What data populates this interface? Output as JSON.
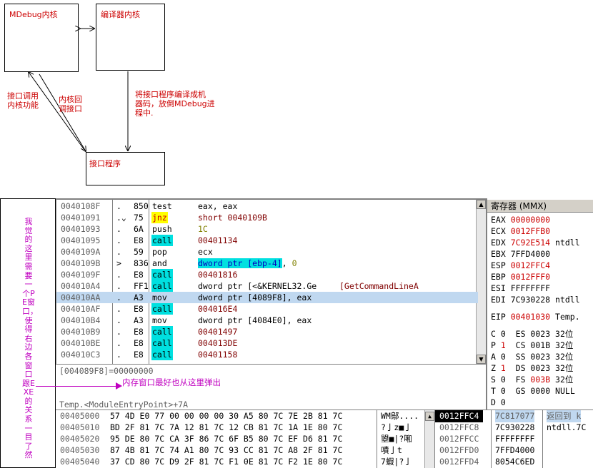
{
  "diagram": {
    "boxes": {
      "mdebug_core": "MDebug内核",
      "compiler_core": "编译器内核",
      "interface_program": "接口程序"
    },
    "labels": {
      "call_core": "接口调用\n内核功能",
      "core_callback": "内核回\n调接口",
      "compile_load": "将接口程序编译成机\n器码，放倒MDebug进\n程中."
    }
  },
  "side_note": "我觉的这里需要一个PE窗口，使得右边各窗口跟EXE的关系一目了然",
  "disasm": {
    "rows": [
      {
        "addr": "0040108F",
        "mark": ".",
        "hex": "850",
        "mn": "test",
        "op": "eax, eax",
        "com": "",
        "mnStyle": "plain"
      },
      {
        "addr": "00401091",
        "mark": ".⌄",
        "hex": "75",
        "mn": "jnz",
        "op": "short 0040109B",
        "com": "",
        "mnStyle": "jump"
      },
      {
        "addr": "00401093",
        "mark": ".",
        "hex": "6A",
        "mn": "push",
        "op": "1C",
        "com": "",
        "mnStyle": "plain"
      },
      {
        "addr": "00401095",
        "mark": ".",
        "hex": "E8",
        "mn": "call",
        "op": "00401134",
        "com": "",
        "mnStyle": "call"
      },
      {
        "addr": "0040109A",
        "mark": ".",
        "hex": "59",
        "mn": "pop",
        "op": "ecx",
        "com": "",
        "mnStyle": "plain"
      },
      {
        "addr": "0040109B",
        "mark": ">",
        "hex": "836",
        "mn": "and",
        "op": "dword ptr [ebp-4], 0",
        "com": "",
        "mnStyle": "plain"
      },
      {
        "addr": "0040109F",
        "mark": ".",
        "hex": "E8",
        "mn": "call",
        "op": "00401816",
        "com": "",
        "mnStyle": "call"
      },
      {
        "addr": "004010A4",
        "mark": ".",
        "hex": "FF1",
        "mn": "call",
        "op": "dword ptr [<&KERNEL32.Ge",
        "com": "[GetCommandLineA",
        "mnStyle": "call"
      },
      {
        "addr": "004010AA",
        "mark": ".",
        "hex": "A3",
        "mn": "mov",
        "op": "dword ptr [4089F8], eax",
        "com": "",
        "mnStyle": "plain",
        "selected": true
      },
      {
        "addr": "004010AF",
        "mark": ".",
        "hex": "E8",
        "mn": "call",
        "op": "004016E4",
        "com": "",
        "mnStyle": "call"
      },
      {
        "addr": "004010B4",
        "mark": ".",
        "hex": "A3",
        "mn": "mov",
        "op": "dword ptr [4084E0], eax",
        "com": "",
        "mnStyle": "plain"
      },
      {
        "addr": "004010B9",
        "mark": ".",
        "hex": "E8",
        "mn": "call",
        "op": "00401497",
        "com": "",
        "mnStyle": "call"
      },
      {
        "addr": "004010BE",
        "mark": ".",
        "hex": "E8",
        "mn": "call",
        "op": "004013DE",
        "com": "",
        "mnStyle": "call"
      },
      {
        "addr": "004010C3",
        "mark": ".",
        "hex": "E8",
        "mn": "call",
        "op": "00401158",
        "com": "",
        "mnStyle": "call"
      }
    ]
  },
  "info": {
    "line1": "[004089F8]=00000000",
    "annotation": "内存窗口最好也从这里弹出",
    "line3": "Temp.<ModuleEntryPoint>+7A"
  },
  "registers": {
    "title": "寄存器 (MMX)",
    "rows": [
      {
        "name": "EAX",
        "val": "00000000",
        "extra": "",
        "red": true
      },
      {
        "name": "ECX",
        "val": "0012FFB0",
        "extra": "",
        "red": true
      },
      {
        "name": "EDX",
        "val": "7C92E514",
        "extra": "ntdll",
        "red": true
      },
      {
        "name": "EBX",
        "val": "7FFD4000",
        "extra": "",
        "red": false
      },
      {
        "name": "ESP",
        "val": "0012FFC4",
        "extra": "",
        "red": true
      },
      {
        "name": "EBP",
        "val": "0012FFF0",
        "extra": "",
        "red": true
      },
      {
        "name": "ESI",
        "val": "FFFFFFFF",
        "extra": "",
        "red": false
      },
      {
        "name": "EDI",
        "val": "7C930228",
        "extra": "ntdll",
        "red": false
      }
    ],
    "eip": {
      "name": "EIP",
      "val": "00401030",
      "extra": "Temp."
    },
    "flags": [
      {
        "f": "C",
        "v": "0",
        "seg": "ES",
        "sv": "0023",
        "bits": "32位",
        "red": false,
        "segred": false
      },
      {
        "f": "P",
        "v": "1",
        "seg": "CS",
        "sv": "001B",
        "bits": "32位",
        "red": true,
        "segred": false
      },
      {
        "f": "A",
        "v": "0",
        "seg": "SS",
        "sv": "0023",
        "bits": "32位",
        "red": false,
        "segred": false
      },
      {
        "f": "Z",
        "v": "1",
        "seg": "DS",
        "sv": "0023",
        "bits": "32位",
        "red": true,
        "segred": false
      },
      {
        "f": "S",
        "v": "0",
        "seg": "FS",
        "sv": "003B",
        "bits": "32位",
        "red": false,
        "segred": true
      },
      {
        "f": "T",
        "v": "0",
        "seg": "GS",
        "sv": "0000",
        "bits": "NULL",
        "red": false,
        "segred": false
      },
      {
        "f": "D",
        "v": "0",
        "seg": "",
        "sv": "",
        "bits": "",
        "red": false,
        "segred": false
      }
    ]
  },
  "dump": {
    "rows": [
      {
        "addr": "00405000",
        "hex": "57 4D E0 77 00 00 00 00 30 A5 80 7C 7E 2B 81 7C",
        "ascii": "WM鄔...."
      },
      {
        "addr": "00405010",
        "hex": "BD 2F 81 7C 7A 12 81 7C 12 CB 81 7C 1A 1E 80 7C",
        "ascii": "?亅z■亅"
      },
      {
        "addr": "00405020",
        "hex": "95 DE 80 7C CA 3F 86 7C 6F B5 80 7C EF D6 81 7C",
        "ascii": "曌■|?啝"
      },
      {
        "addr": "00405030",
        "hex": "87 4B 81 7C 74 A1 80 7C 93 CC 81 7C A8 2F 81 7C",
        "ascii": "嘖亅t"
      },
      {
        "addr": "00405040",
        "hex": "37 CD 80 7C D9 2F 81 7C F1 0E 81 7C F2 1E 80 7C",
        "ascii": "7蝦|?亅"
      }
    ]
  },
  "stack": {
    "rows": [
      {
        "addr": "0012FFC4",
        "val": "7C817077",
        "com": "返回到 k",
        "current": true
      },
      {
        "addr": "0012FFC8",
        "val": "7C930228",
        "com": "ntdll.7C",
        "current": false
      },
      {
        "addr": "0012FFCC",
        "val": "FFFFFFFF",
        "com": "",
        "current": false
      },
      {
        "addr": "0012FFD0",
        "val": "7FFD4000",
        "com": "",
        "current": false
      },
      {
        "addr": "0012FFD4",
        "val": "8054C6ED",
        "com": "",
        "current": false
      }
    ]
  },
  "colors": {
    "red_text": "#cc0000",
    "magenta": "#c000c0",
    "call_bg": "#00e0e0",
    "jump_bg": "#ffff00",
    "operand_bg": "#00e0e0",
    "selected_row": "#c0d8f0"
  }
}
